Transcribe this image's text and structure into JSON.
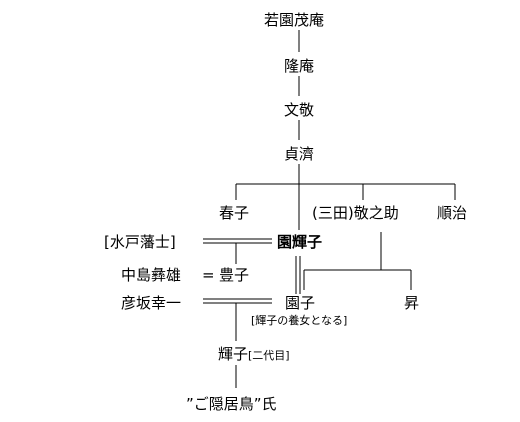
{
  "people": {
    "wakazono": "若園茂庵",
    "ryuan": "隆庵",
    "bunkei": "文敬",
    "teisai": "貞濟",
    "haruko": "春子",
    "keinosuke": "(三田)敬之助",
    "junji": "順治",
    "mito": "[水戸藩士]",
    "sonokiko": "園輝子",
    "nakajima": "中島彝雄",
    "toyoko": "豊子",
    "hikosaka": "彦坂幸一",
    "sonoko": "園子",
    "sonoko_note": "[輝子の養女となる]",
    "noboru": "昇",
    "kiko2": "輝子",
    "kiko2_suffix": "[二代目]",
    "goinkyo": "”ご隠居鳥”氏"
  },
  "symbols": {
    "equals": "="
  },
  "colors": {
    "line": "#000000",
    "background": "#ffffff"
  }
}
